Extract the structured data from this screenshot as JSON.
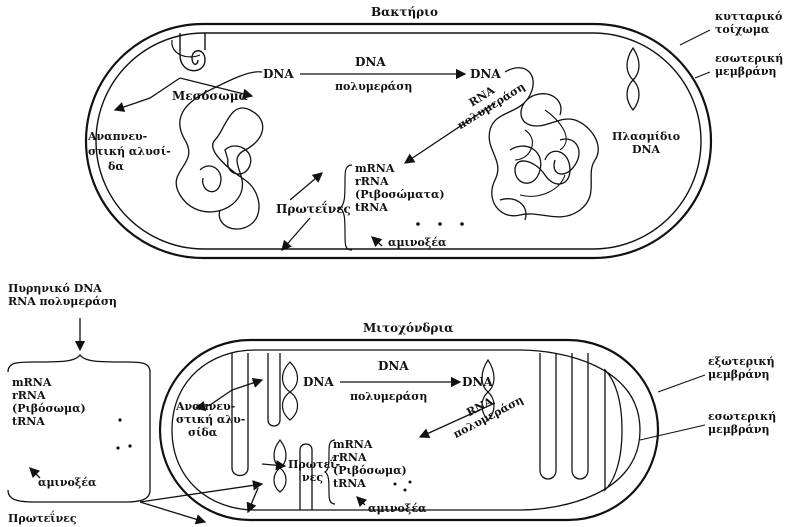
{
  "bacterium": {
    "title": "Βακτήριο",
    "cell_wall": [
      "κυτταρικό",
      "τοίχωμα"
    ],
    "inner_membrane": [
      "εσωτερική",
      "μεμβράνη"
    ],
    "mesosome": "Μεσόσωμα",
    "respiratory_chain": [
      "Αναπνευ-",
      "στική αλυσί-",
      "δα"
    ],
    "dna_left": "DNA",
    "dna_mid": "DNA",
    "dna_right": "DNA",
    "polymerase": "πολυμεράση",
    "rna_polymerase": [
      "RNA",
      "πολυμεράση"
    ],
    "plasmid": [
      "Πλασμίδιο",
      "DNA"
    ],
    "rna_list": [
      "mRNA",
      "rRNA",
      "(Ριβοσώματα)",
      "tRNA"
    ],
    "dots": "• • •",
    "proteins": "Πρωτεΐνες",
    "amino_acids": "αμινοξέα"
  },
  "cytoplasm": {
    "nuclear": [
      "Πυρηνικό DNA",
      "RNA πολυμεράση"
    ],
    "rna_list": [
      "mRNA",
      "rRNA",
      "(Ριβόσωμα)",
      "tRNA"
    ],
    "amino_acids": "αμινοξέα",
    "proteins": "Πρωτεΐνες"
  },
  "mitochondrion": {
    "title": "Μιτοχόνδρια",
    "outer_membrane": [
      "εξωτερική",
      "μεμβράνη"
    ],
    "inner_membrane": [
      "εσωτερική",
      "μεμβράνη"
    ],
    "respiratory_chain": [
      "Αναπνευ-",
      "στική αλυ-",
      "σίδα"
    ],
    "dna_left": "DNA",
    "dna_mid": "DNA",
    "dna_right": "DNA",
    "polymerase": "πολυμεράση",
    "rna_polymerase": [
      "RNA",
      "πολυμεράση"
    ],
    "rna_list": [
      "mRNA",
      "rRNA",
      "(Ριβόσωμα)",
      "tRNA"
    ],
    "proteins": [
      "Πρωτεΐ-",
      "νες"
    ],
    "amino_acids": "αμινοξέα"
  }
}
